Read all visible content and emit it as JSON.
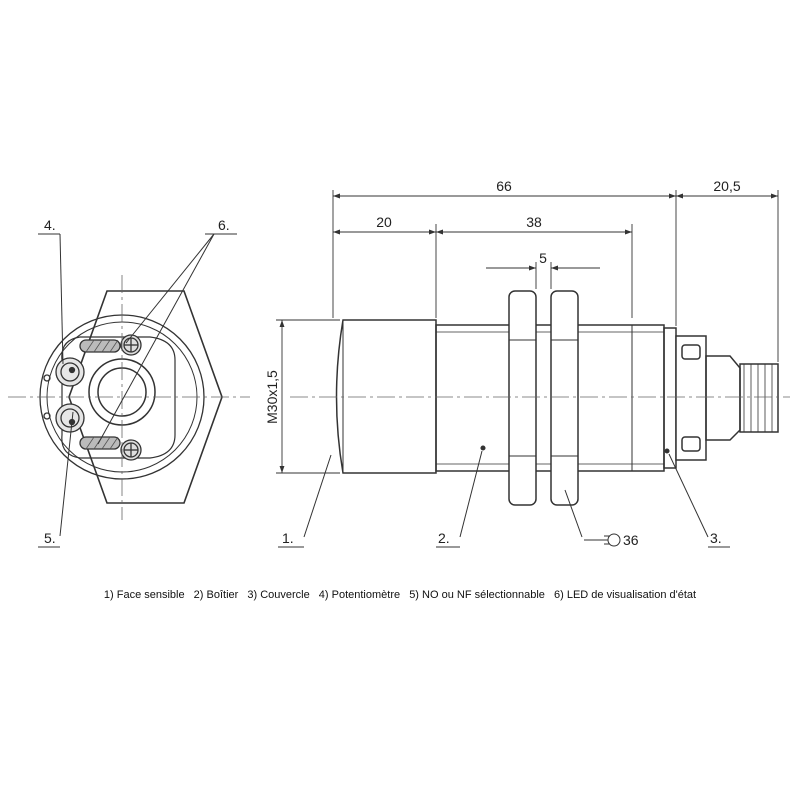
{
  "dimensions": {
    "overall_length": "66",
    "connector_length": "20,5",
    "sensing_face": "20",
    "thread_length": "38",
    "nut_width": "5",
    "thread_size": "M30x1,5",
    "wrench_size": "36"
  },
  "callouts": {
    "c1": "1.",
    "c2": "2.",
    "c3": "3.",
    "c4": "4.",
    "c5": "5.",
    "c6": "6."
  },
  "legend": [
    "1) Face sensible",
    "2) Boîtier",
    "3) Couvercle",
    "4) Potentiomètre",
    "5) NO ou NF sélectionnable",
    "6) LED de visualisation d'état"
  ]
}
